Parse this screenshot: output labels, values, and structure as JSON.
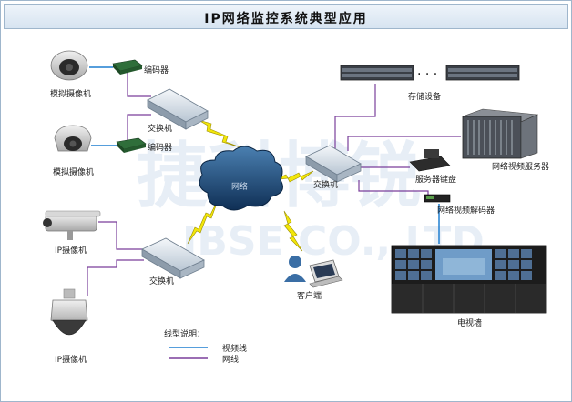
{
  "title": "IP网络监控系统典型应用",
  "watermark": {
    "main": "捷科博锐",
    "sub": "JBSE CO., LTD"
  },
  "labels": {
    "analog_camera_1": "模拟摄像机",
    "analog_camera_2": "模拟摄像机",
    "ip_camera_1": "IP摄像机",
    "ip_camera_2": "IP摄像机",
    "encoder_1": "编码器",
    "encoder_2": "编码器",
    "switch_1": "交换机",
    "switch_2": "交换机",
    "switch_3": "交换机",
    "network": "网络",
    "client": "客户端",
    "storage": "存储设备",
    "storage_dots": "· · ·",
    "video_server": "网络视频服务器",
    "server_keyboard": "服务器键盘",
    "decoder": "网络视频解码器",
    "tv_wall": "电视墙"
  },
  "legend": {
    "title": "线型说明：",
    "items": [
      {
        "label": "视频线",
        "color": "#1f7fd0"
      },
      {
        "label": "网线",
        "color": "#7a3f9b"
      }
    ]
  },
  "colors": {
    "video_line": "#1f7fd0",
    "net_line": "#7a3f9b",
    "link": "#f2e60a"
  }
}
